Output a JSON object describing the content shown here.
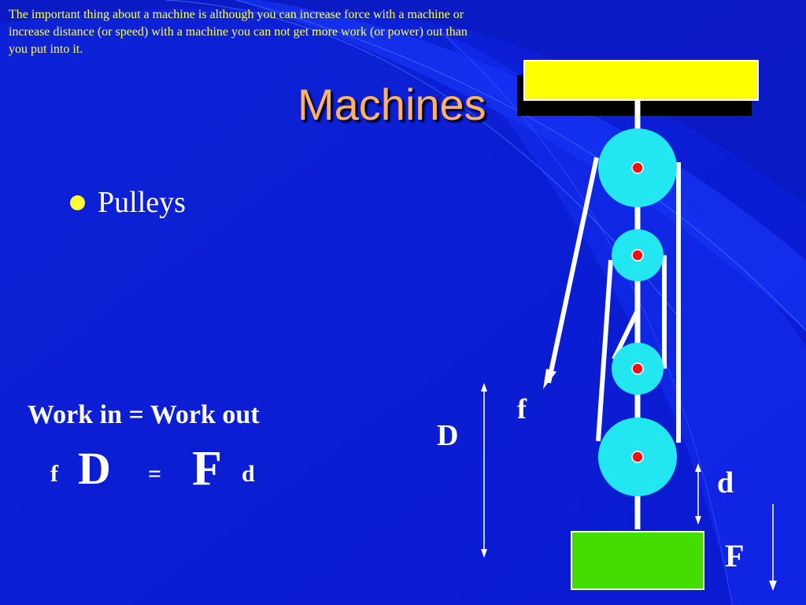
{
  "slide": {
    "note": "The important thing about a machine is although you can increase force with a machine or increase distance (or speed) with a machine you can not get more work (or power) out than you put into it.",
    "title": "Machines",
    "bullet": "Pulleys",
    "work_equation": "Work in = Work out",
    "formula": {
      "f": "f",
      "D": "D",
      "equals": "=",
      "F": "F",
      "d": "d"
    }
  },
  "diagram": {
    "label_f": "f",
    "label_D": "D",
    "label_d": "d",
    "label_F": "F"
  },
  "colors": {
    "background": "#0a1fd8",
    "title": "#ffb266",
    "note_text": "#ffff66",
    "bullet": "#ffff33",
    "ceiling_block": "#ffff00",
    "load_block": "#44dd00",
    "pulley": "#22e6f0",
    "axle": "#ee1111"
  }
}
